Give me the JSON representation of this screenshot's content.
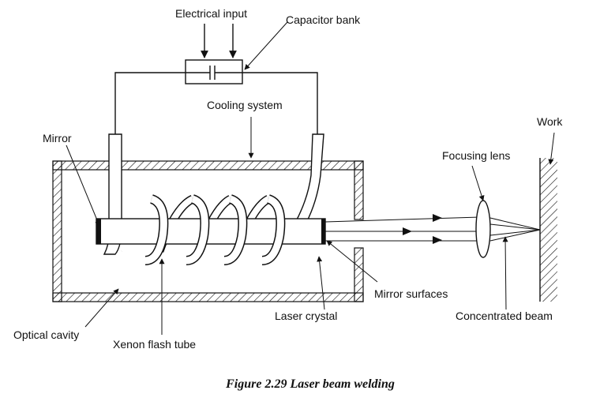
{
  "labels": {
    "electrical_input": "Electrical input",
    "capacitor_bank": "Capacitor bank",
    "cooling_system": "Cooling system",
    "mirror": "Mirror",
    "work": "Work",
    "focusing_lens": "Focusing lens",
    "mirror_surfaces": "Mirror surfaces",
    "laser_crystal": "Laser crystal",
    "concentrated_beam": "Concentrated beam",
    "optical_cavity": "Optical cavity",
    "xenon_flash_tube": "Xenon flash tube"
  },
  "caption": "Figure 2.29 Laser beam welding",
  "colors": {
    "ink": "#111111",
    "background": "#ffffff"
  }
}
